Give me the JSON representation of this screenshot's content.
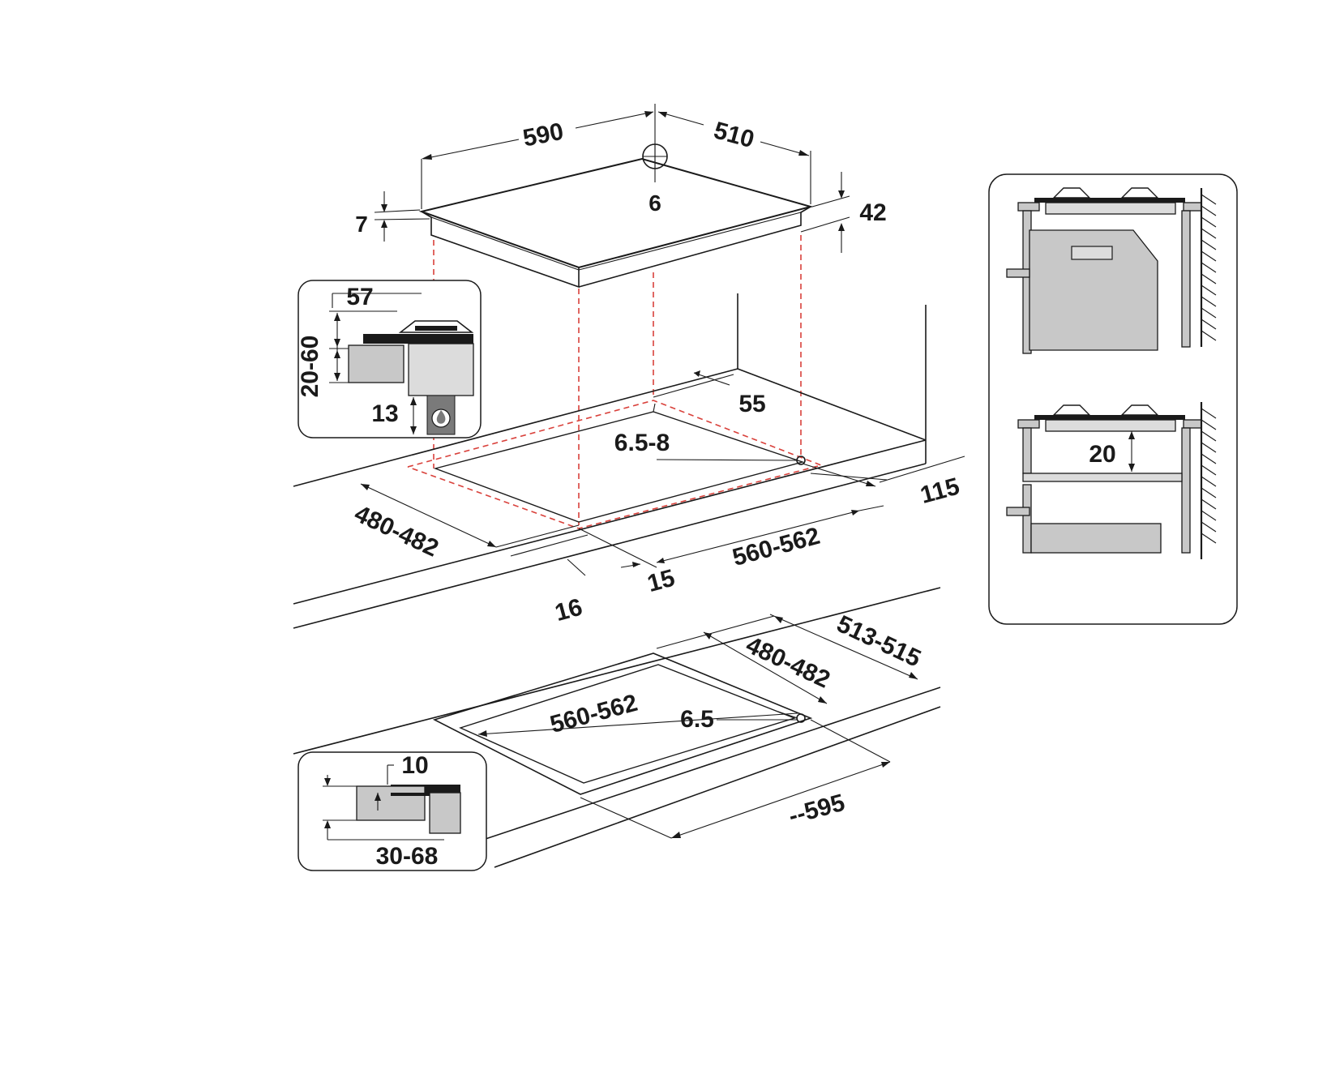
{
  "top_view": {
    "width": "590",
    "depth": "510",
    "height": "42",
    "thickness": "7",
    "gas_inlet": "6"
  },
  "cutout_view": {
    "back_distance": "55",
    "inlet_range": "6.5-8",
    "side_clearance": "115",
    "cutout_depth": "480-482",
    "front_edge": "16",
    "front_offset": "15",
    "cutout_width": "560-562"
  },
  "flush_view": {
    "outer_depth": "513-515",
    "inner_depth": "480-482",
    "inner_width": "560-562",
    "inlet": "6.5",
    "outer_width": "--595"
  },
  "detail_top_left": {
    "top_dim": "57",
    "side_dim": "20-60",
    "bottom_dim": "13",
    "icon": "gas-flame-icon"
  },
  "detail_bottom_left": {
    "top_dim": "10",
    "bottom_dim": "30-68"
  },
  "detail_right": {
    "shelf_gap": "20"
  },
  "colors": {
    "line": "#1a1a1a",
    "guide": "#d9413b",
    "fill": "#c8c8c8"
  }
}
